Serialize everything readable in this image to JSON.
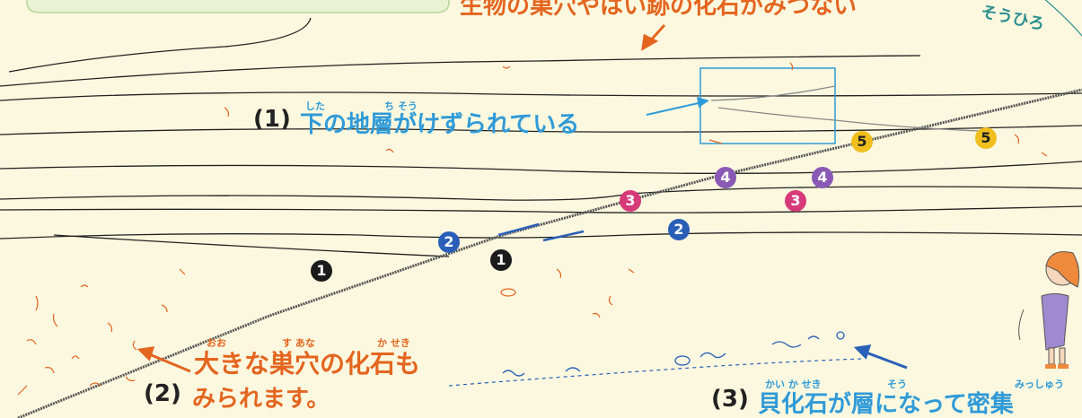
{
  "labels": {
    "top_partial": "生物の巣穴やはい跡の化石がみつない",
    "top_right_partial": "そうひろ",
    "l1_num": "(1)",
    "l1_text": "下の地層がけずられている",
    "l1_ruby_a": "した",
    "l1_ruby_b": "ち そう",
    "l2_line1": "大きな巣穴の化石も",
    "l2_num": "(2)",
    "l2_line2": "みられます。",
    "l2_ruby_a": "おお",
    "l2_ruby_b": "す あな",
    "l2_ruby_c": "か せき",
    "l3_num": "(3)",
    "l3_text": "貝化石が層になって密集",
    "l3_ruby_a": "かい か せき",
    "l3_ruby_b": "そう",
    "l3_ruby_c": "みっしゅう"
  },
  "layer_markers": [
    "1",
    "1",
    "2",
    "2",
    "3",
    "3",
    "4",
    "4",
    "5",
    "5"
  ],
  "colors": {
    "background": "#fbf8df",
    "label_blue": "#2f9ad8",
    "label_orange": "#e4651f",
    "fault_line": "#555555",
    "marker_1": "#1b1b1b",
    "marker_2": "#2a5fb8",
    "marker_3": "#d63a78",
    "marker_4": "#8a59b5",
    "marker_5": "#f0bf1e"
  }
}
